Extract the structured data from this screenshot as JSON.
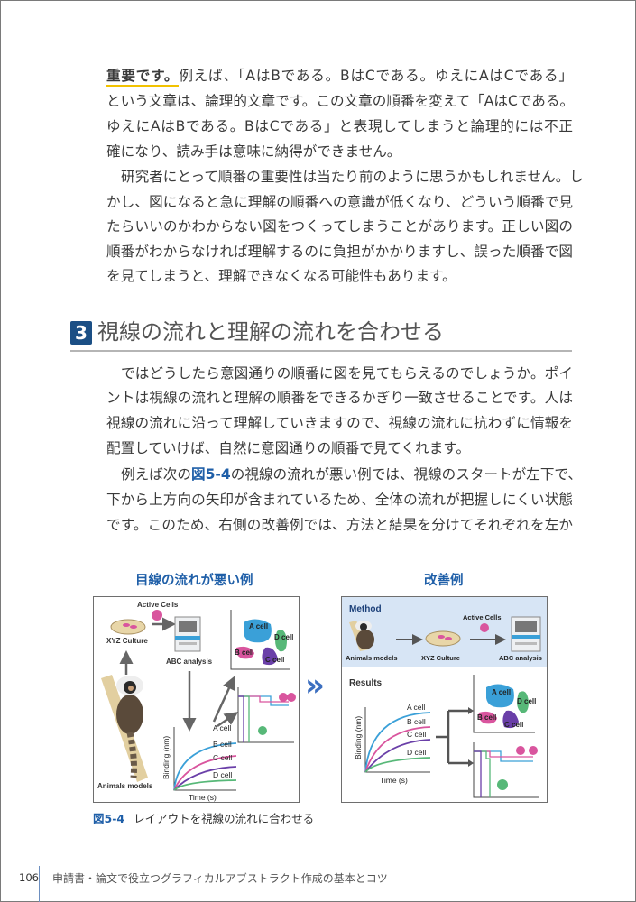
{
  "p1": {
    "line1": {
      "emphasis": "重要です。",
      "rest": "例えば、「AはBである。BはCである。ゆえにAはCである」"
    },
    "lines": [
      "という文章は、論理的文章です。この文章の順番を変えて「AはCである。",
      "ゆえにAはBである。BはCである」と表現してしまうと論理的には不正",
      "確になり、読み手は意味に納得ができません。"
    ]
  },
  "p2": {
    "lines": [
      "研究者にとって順番の重要性は当たり前のように思うかもしれません。し",
      "かし、図になると急に理解の順番への意識が低くなり、どういう順番で見",
      "たらいいのかわからない図をつくってしまうことがあります。正しい図の",
      "順番がわからなければ理解するのに負担がかかりますし、誤った順番で図",
      "を見てしまうと、理解できなくなる可能性もあります。"
    ]
  },
  "heading": {
    "number": "3",
    "title": "視線の流れと理解の流れを合わせる"
  },
  "p3": {
    "lines": [
      "ではどうしたら意図通りの順番に図を見てもらえるのでしょうか。ポイ",
      "ントは視線の流れと理解の順番をできるかぎり一致させることです。人は",
      "視線の流れに沿って理解していきますので、視線の流れに抗わずに情報を",
      "配置していけば、自然に意図通りの順番で見てくれます。"
    ]
  },
  "p4": {
    "line1": {
      "pre": "例えば次の",
      "ref": "図5-4",
      "post": "の視線の流れが悪い例では、視線のスタートが左下で、"
    },
    "lines": [
      "下から上方向の矢印が含まれているため、全体の流れが把握しにくい状態",
      "です。このため、右側の改善例では、方法と結果を分けてそれぞれを左か"
    ]
  },
  "figure": {
    "bad_title": "目線の流れが悪い例",
    "good_title": "改善例",
    "chevron": "»",
    "caption_number": "図5-4",
    "caption_text": "レイアウトを視線の流れに合わせる",
    "labels": {
      "active_cells": "Active Cells",
      "xyz_culture": "XYZ Culture",
      "abc_analysis": "ABC analysis",
      "animals_models": "Animals models",
      "a_cell": "A cell",
      "b_cell": "B cell",
      "c_cell": "C cell",
      "d_cell": "D cell",
      "binding": "Binding (nm)",
      "time": "Time (s)",
      "method": "Method",
      "results": "Results"
    },
    "colors": {
      "a": "#3aa0d8",
      "b": "#d9559e",
      "c": "#6a3fa8",
      "d": "#57b878",
      "method_bg": "#d7e5f5"
    }
  },
  "footer": {
    "page_number": "106",
    "book_title": "申請書・論文で役立つグラフィカルアブストラクト作成の基本とコツ"
  }
}
